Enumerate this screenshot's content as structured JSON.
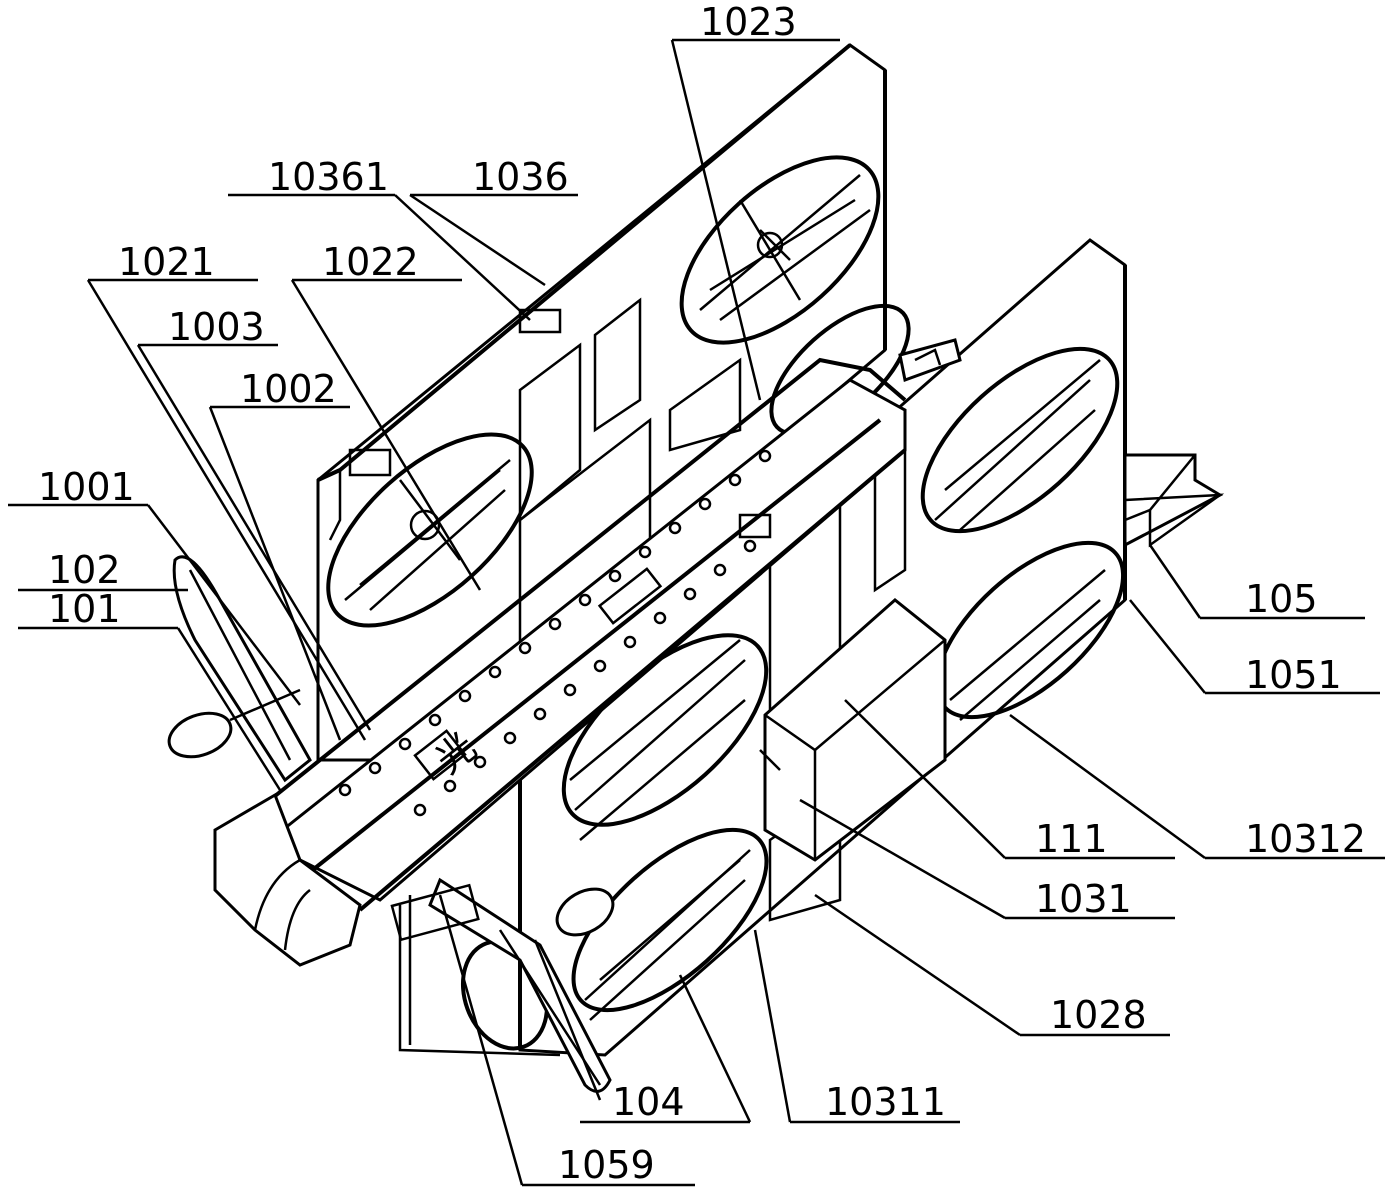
{
  "figure": {
    "colors": {
      "ink": "#000000",
      "paper": "#ffffff"
    },
    "labels": {
      "l1023": "1023",
      "l10361": "10361",
      "l1036": "1036",
      "l1021": "1021",
      "l1022": "1022",
      "l1003": "1003",
      "l1002": "1002",
      "l1001": "1001",
      "l102": "102",
      "l101": "101",
      "l105": "105",
      "l1051": "1051",
      "l111": "111",
      "l10312": "10312",
      "l1031": "1031",
      "l1028": "1028",
      "l104": "104",
      "l10311": "10311",
      "l1059": "1059",
      "lcn": "光"
    }
  }
}
